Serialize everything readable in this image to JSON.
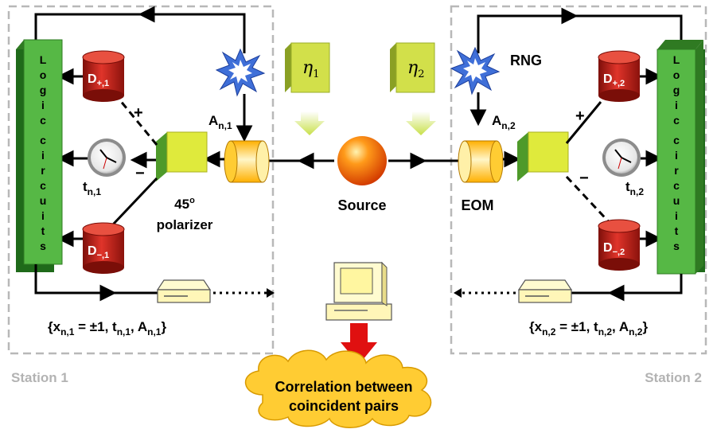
{
  "stations": [
    {
      "name": "Station 1",
      "detector_plus": [
        "D",
        "+,1"
      ],
      "detector_minus": [
        "D",
        "−,1"
      ],
      "time": [
        "t",
        "n,1"
      ],
      "setting": [
        "A",
        "n,1"
      ],
      "record": {
        "open": "{x",
        "sub1": "n,1",
        "mid1": " = ±1, t",
        "sub2": "n,1",
        "mid2": ", A",
        "sub3": "n,1",
        "close": "}"
      }
    },
    {
      "name": "Station 2",
      "detector_plus": [
        "D",
        "+,2"
      ],
      "detector_minus": [
        "D",
        "−,2"
      ],
      "time": [
        "t",
        "n,2"
      ],
      "setting": [
        "A",
        "n,2"
      ],
      "record": {
        "open": "{x",
        "sub1": "n,2",
        "mid1": " = ±1, t",
        "sub2": "n,2",
        "mid2": ", A",
        "sub3": "n,2",
        "close": "}"
      }
    }
  ],
  "logic_letters": [
    "L",
    "o",
    "g",
    "i",
    "c",
    "",
    "c",
    "i",
    "r",
    "c",
    "u",
    "i",
    "t",
    "s"
  ],
  "polarizer_label": {
    "line1_base": "45",
    "line1_sup": "o",
    "line2": "polarizer"
  },
  "plus_sign": "+",
  "minus_sign": "−",
  "source_label": "Source",
  "eom_label": "EOM",
  "rng_label": "RNG",
  "eta1": [
    "η",
    "1"
  ],
  "eta2": [
    "η",
    "2"
  ],
  "correlation_label": {
    "line1": "Correlation between",
    "line2": "coincident pairs"
  },
  "icons": {
    "rng": "starburst-icon",
    "clock": "clock-icon",
    "drive": "disk-drive-icon",
    "computer": "computer-icon",
    "detector": "cylinder-detector-icon"
  },
  "colors": {
    "logic_green": "#3c9a2e",
    "detector_red": "#c0201a",
    "polarizer_yellow": "#dfea3c",
    "filter_yellow": "#d2e04a",
    "cloud": "#ffcc33",
    "arrow_red": "#e01010",
    "station_border": "#b8b8b8",
    "eom_yellow": "#ffc000"
  }
}
